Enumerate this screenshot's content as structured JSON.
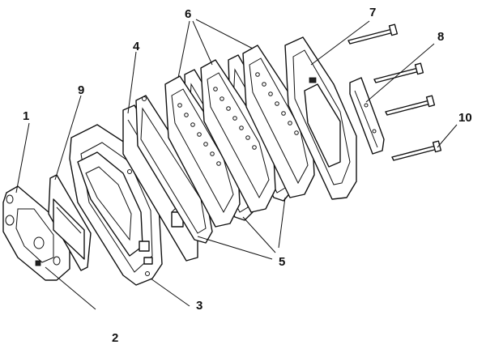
{
  "diagram": {
    "type": "exploded-assembly-drawing",
    "callouts": [
      {
        "id": "c1",
        "label": "1"
      },
      {
        "id": "c2",
        "label": "2"
      },
      {
        "id": "c3",
        "label": "3"
      },
      {
        "id": "c4",
        "label": "4"
      },
      {
        "id": "c5",
        "label": "5"
      },
      {
        "id": "c6",
        "label": "6"
      },
      {
        "id": "c7",
        "label": "7"
      },
      {
        "id": "c8",
        "label": "8"
      },
      {
        "id": "c9",
        "label": "9"
      },
      {
        "id": "c10",
        "label": "10"
      }
    ],
    "line_color": "#111111",
    "background": "#ffffff"
  }
}
